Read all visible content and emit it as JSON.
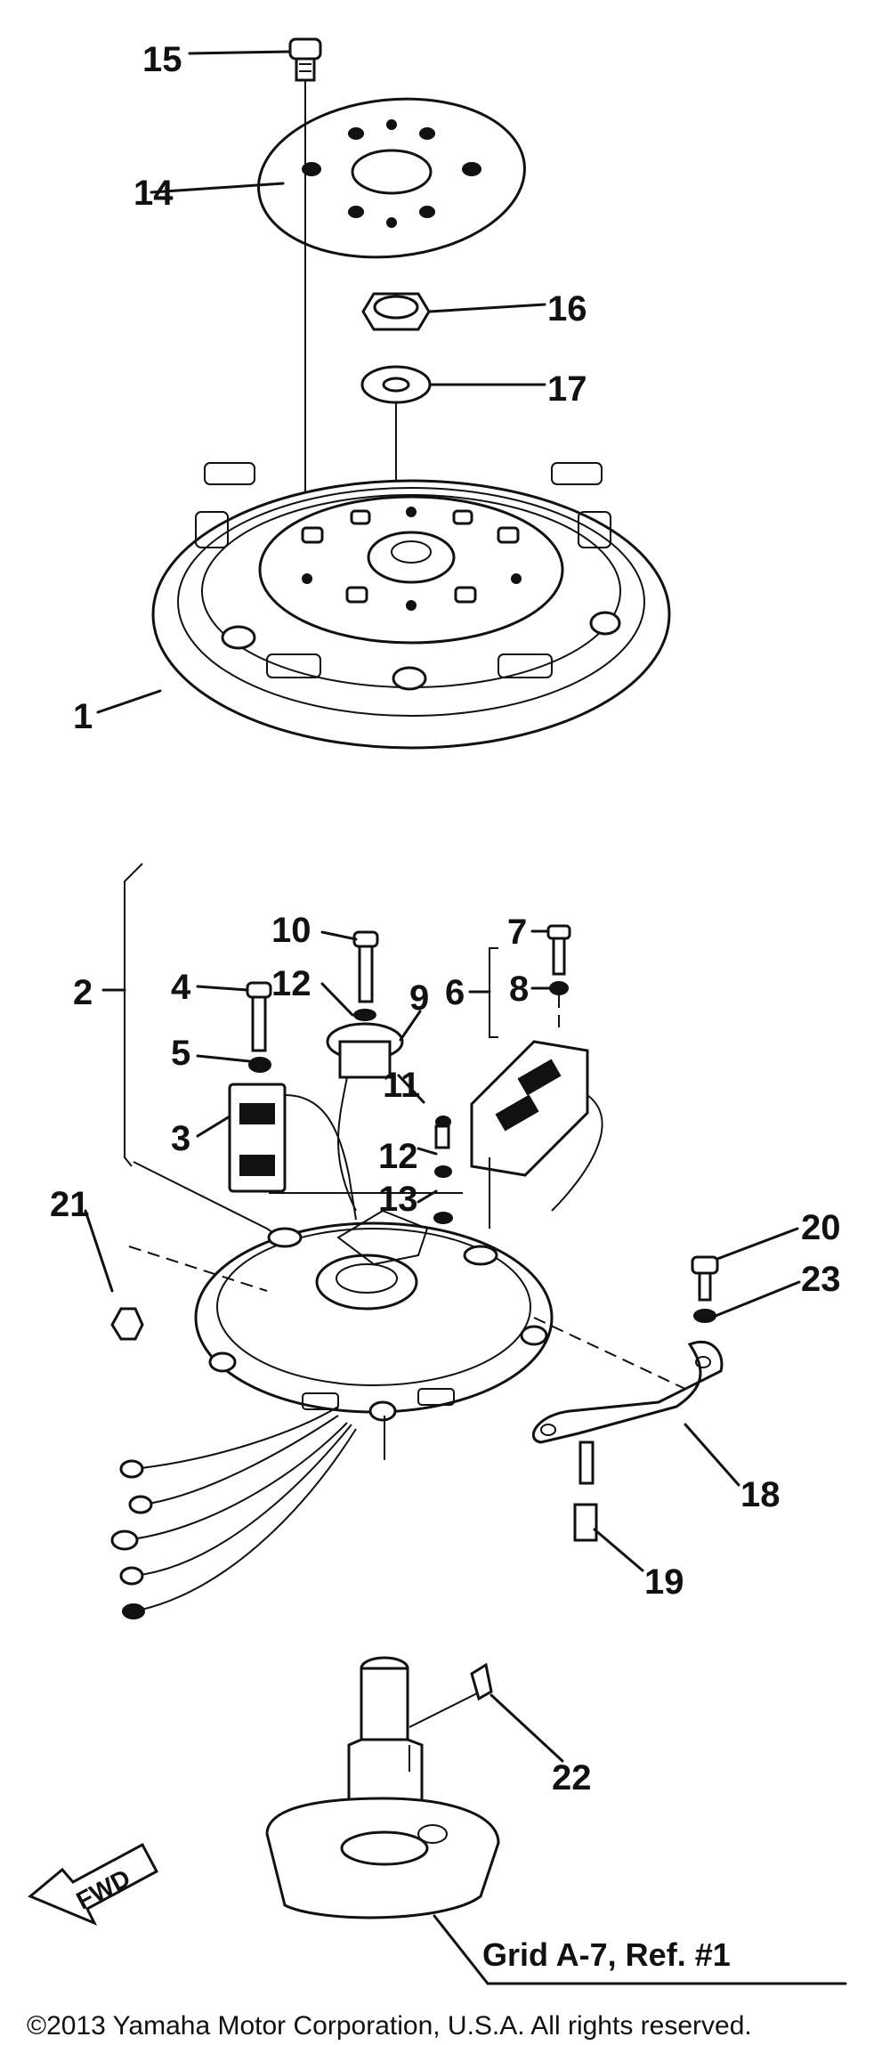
{
  "diagram": {
    "callouts": [
      {
        "id": "c15",
        "label": "15"
      },
      {
        "id": "c14",
        "label": "14"
      },
      {
        "id": "c16",
        "label": "16"
      },
      {
        "id": "c17",
        "label": "17"
      },
      {
        "id": "c1a",
        "label": "1"
      },
      {
        "id": "c10",
        "label": "10"
      },
      {
        "id": "c7",
        "label": "7"
      },
      {
        "id": "c2",
        "label": "2"
      },
      {
        "id": "c4",
        "label": "4"
      },
      {
        "id": "c12a",
        "label": "12"
      },
      {
        "id": "c9",
        "label": "9"
      },
      {
        "id": "c6",
        "label": "6"
      },
      {
        "id": "c8",
        "label": "8"
      },
      {
        "id": "c5",
        "label": "5"
      },
      {
        "id": "c3a",
        "label": "3"
      },
      {
        "id": "c11",
        "label": "11"
      },
      {
        "id": "c12b",
        "label": "12"
      },
      {
        "id": "c13",
        "label": "13"
      },
      {
        "id": "c21",
        "label": "21"
      },
      {
        "id": "c20",
        "label": "20"
      },
      {
        "id": "c23",
        "label": "23"
      },
      {
        "id": "c18",
        "label": "18"
      },
      {
        "id": "c19",
        "label": "19"
      },
      {
        "id": "c22",
        "label": "22"
      }
    ],
    "fwd_label": "FWD",
    "grid_reference": "Grid A-7, Ref. #1",
    "copyright": "©2013 Yamaha Motor Corporation, U.S.A. All rights reserved."
  }
}
